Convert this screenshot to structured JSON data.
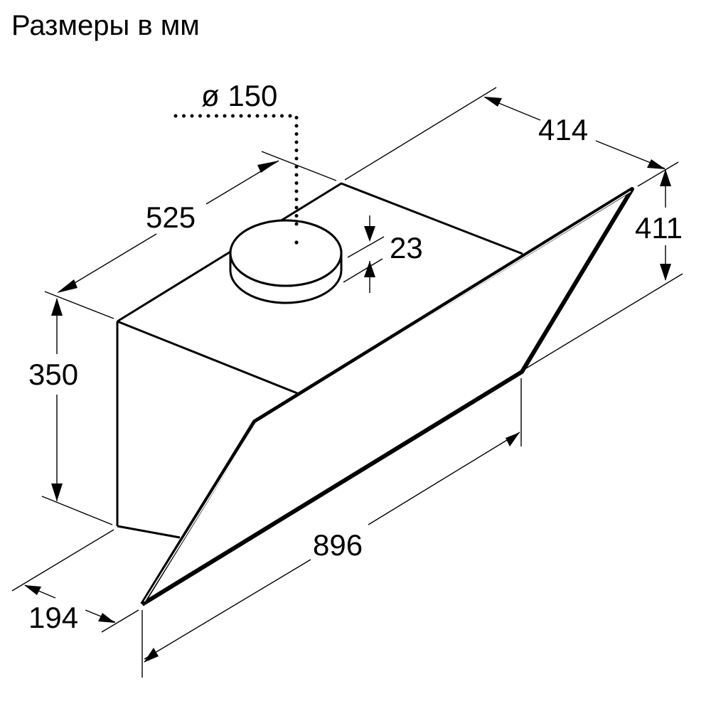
{
  "title": "Размеры в мм",
  "diagram": {
    "subject": "chimney-hood-isometric",
    "units": "mm",
    "dimensions": {
      "duct_diameter": "ø 150",
      "duct_height": "23",
      "top_depth": "525",
      "top_width": "414",
      "glass_height": "411",
      "body_height": "350",
      "bottom_depth": "194",
      "overall_width": "896"
    }
  }
}
